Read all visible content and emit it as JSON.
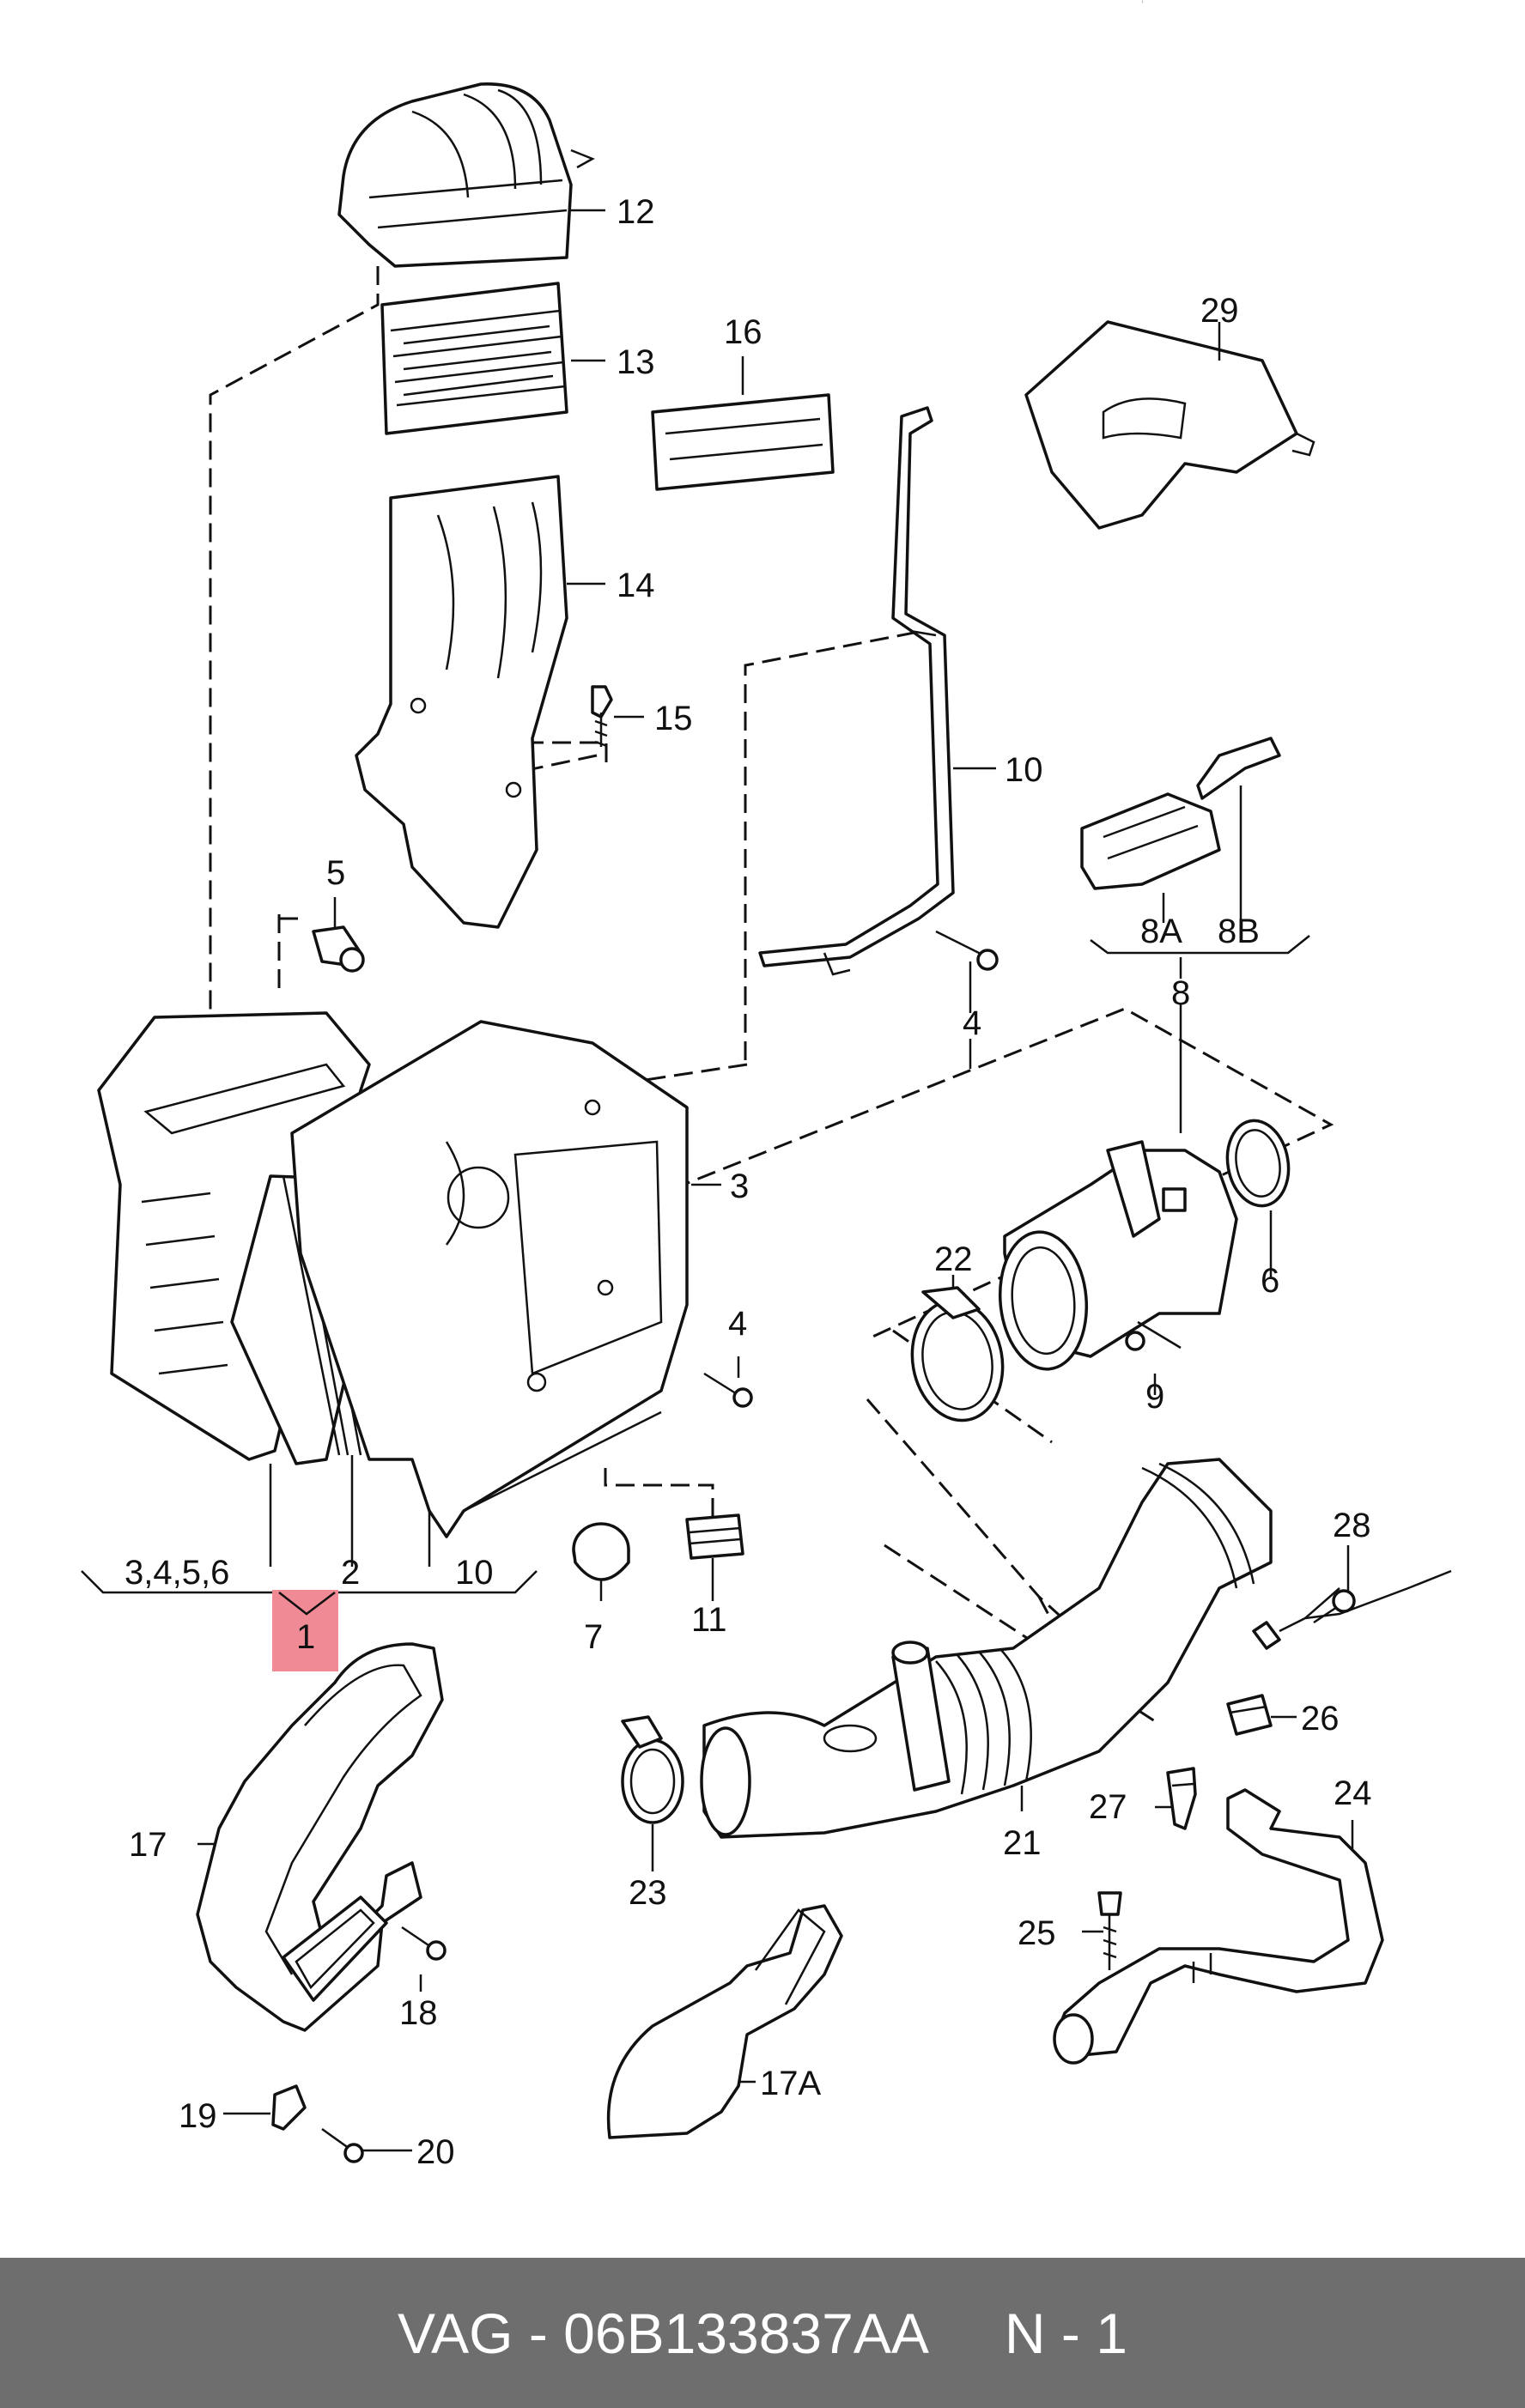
{
  "diagram": {
    "highlight_color": "#f08a95",
    "footer_color": "#6e6e6e",
    "callouts": [
      {
        "id": "c12",
        "text": "12"
      },
      {
        "id": "c13",
        "text": "13"
      },
      {
        "id": "c16",
        "text": "16"
      },
      {
        "id": "c29",
        "text": "29"
      },
      {
        "id": "c14",
        "text": "14"
      },
      {
        "id": "c15",
        "text": "15"
      },
      {
        "id": "c10a",
        "text": "10"
      },
      {
        "id": "c5",
        "text": "5"
      },
      {
        "id": "c8a",
        "text": "8A"
      },
      {
        "id": "c8b",
        "text": "8B"
      },
      {
        "id": "c4a",
        "text": "4"
      },
      {
        "id": "c8",
        "text": "8"
      },
      {
        "id": "c3",
        "text": "3"
      },
      {
        "id": "c22",
        "text": "22"
      },
      {
        "id": "c6",
        "text": "6"
      },
      {
        "id": "c4b",
        "text": "4"
      },
      {
        "id": "c9",
        "text": "9"
      },
      {
        "id": "c3456",
        "text": "3,4,5,6"
      },
      {
        "id": "c2",
        "text": "2"
      },
      {
        "id": "c10b",
        "text": "10"
      },
      {
        "id": "c1",
        "text": "1"
      },
      {
        "id": "c7",
        "text": "7"
      },
      {
        "id": "c11",
        "text": "11"
      },
      {
        "id": "c28",
        "text": "28"
      },
      {
        "id": "c26",
        "text": "26"
      },
      {
        "id": "c17",
        "text": "17"
      },
      {
        "id": "c21",
        "text": "21"
      },
      {
        "id": "c27",
        "text": "27"
      },
      {
        "id": "c24",
        "text": "24"
      },
      {
        "id": "c23",
        "text": "23"
      },
      {
        "id": "c25",
        "text": "25"
      },
      {
        "id": "c18",
        "text": "18"
      },
      {
        "id": "c17a",
        "text": "17A"
      },
      {
        "id": "c19",
        "text": "19"
      },
      {
        "id": "c20",
        "text": "20"
      }
    ]
  },
  "footer": {
    "text": "VAG - 06B133837AA     N - 1"
  }
}
